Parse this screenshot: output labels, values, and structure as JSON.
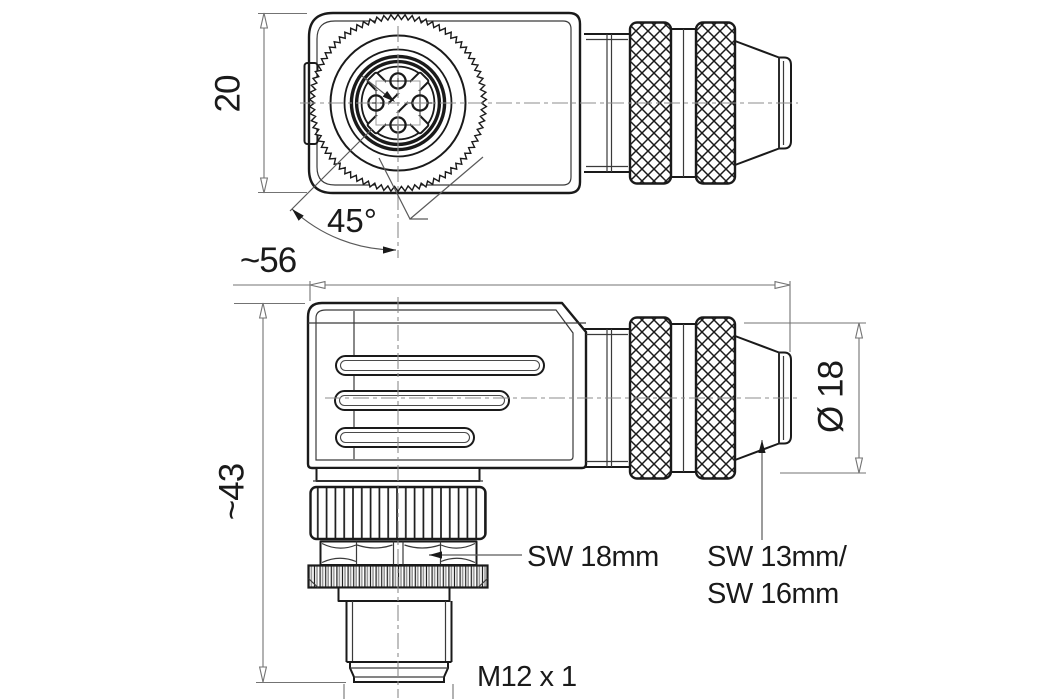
{
  "dims": {
    "height": "20",
    "angle": "45°",
    "width": "~56",
    "length": "~43",
    "diameter": "Ø 18"
  },
  "labels": {
    "hex_wrench": "SW 18mm",
    "gland_wrench_line1": "SW 13mm/",
    "gland_wrench_line2": "SW 16mm",
    "thread": "M12 x 1"
  },
  "colors": {
    "background": "#ffffff",
    "outline": "#1a1a1a",
    "dimension_lines": "#737373",
    "text": "#1a1a1a"
  }
}
